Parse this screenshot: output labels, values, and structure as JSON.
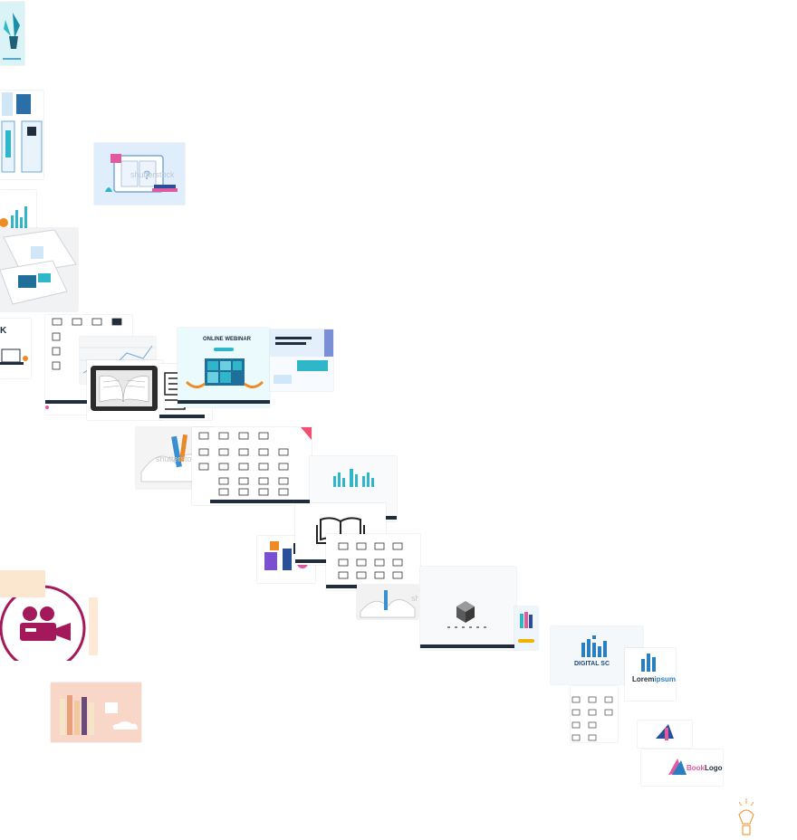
{
  "collage": {
    "watermark": "shutterstock",
    "tiles": [
      {
        "name": "plant-vase-tile",
        "subject": "teal plant illustration"
      },
      {
        "name": "app-screens-tile",
        "subject": "mobile app screens"
      },
      {
        "name": "ebook-question-tile",
        "subject": "laptop with open book and question mark"
      },
      {
        "name": "book-mockup-tile",
        "subject": "printed book mockup"
      },
      {
        "name": "online-webinar-tile",
        "subject": "online webinar landing page"
      },
      {
        "name": "ebook-reader-tile",
        "subject": "e-reader tablet"
      },
      {
        "name": "open-book-photo-tile",
        "subject": "open book photo"
      },
      {
        "name": "book-icon-grid-tile",
        "subject": "book line icon set"
      },
      {
        "name": "digital-library-tile",
        "subject": "digital library logo"
      },
      {
        "name": "open-book-line-tile",
        "subject": "open book line icon"
      },
      {
        "name": "video-camera-tile",
        "subject": "video camera badge"
      },
      {
        "name": "bookshelf-tile",
        "subject": "bookshelf illustration"
      },
      {
        "name": "cube-logo-tile",
        "subject": "cube logo"
      },
      {
        "name": "digital-school-tile",
        "subject": "digital school logo"
      },
      {
        "name": "lorem-ipsum-logo-tile",
        "subject": "book logo"
      },
      {
        "name": "book-logo-tile",
        "subject": "book logo"
      },
      {
        "name": "lightbulb-book-tile",
        "subject": "lightbulb book icon"
      }
    ],
    "labels": {
      "webinar_title": "ONLINE WEBINAR",
      "digital_school": "DIGITAL SC",
      "lorem": "Lorem",
      "ipsum": "ipsum",
      "book_logo_a": "Book",
      "book_logo_b": "Logo",
      "k_letter": "K",
      "ask_letters": "ASK"
    },
    "colors": {
      "teal": "#2fb6c9",
      "navy": "#1f2d3d",
      "magenta": "#a3195b",
      "peach": "#f8d7c8",
      "light_blue": "#dfeefa",
      "orange": "#f08a24"
    }
  }
}
